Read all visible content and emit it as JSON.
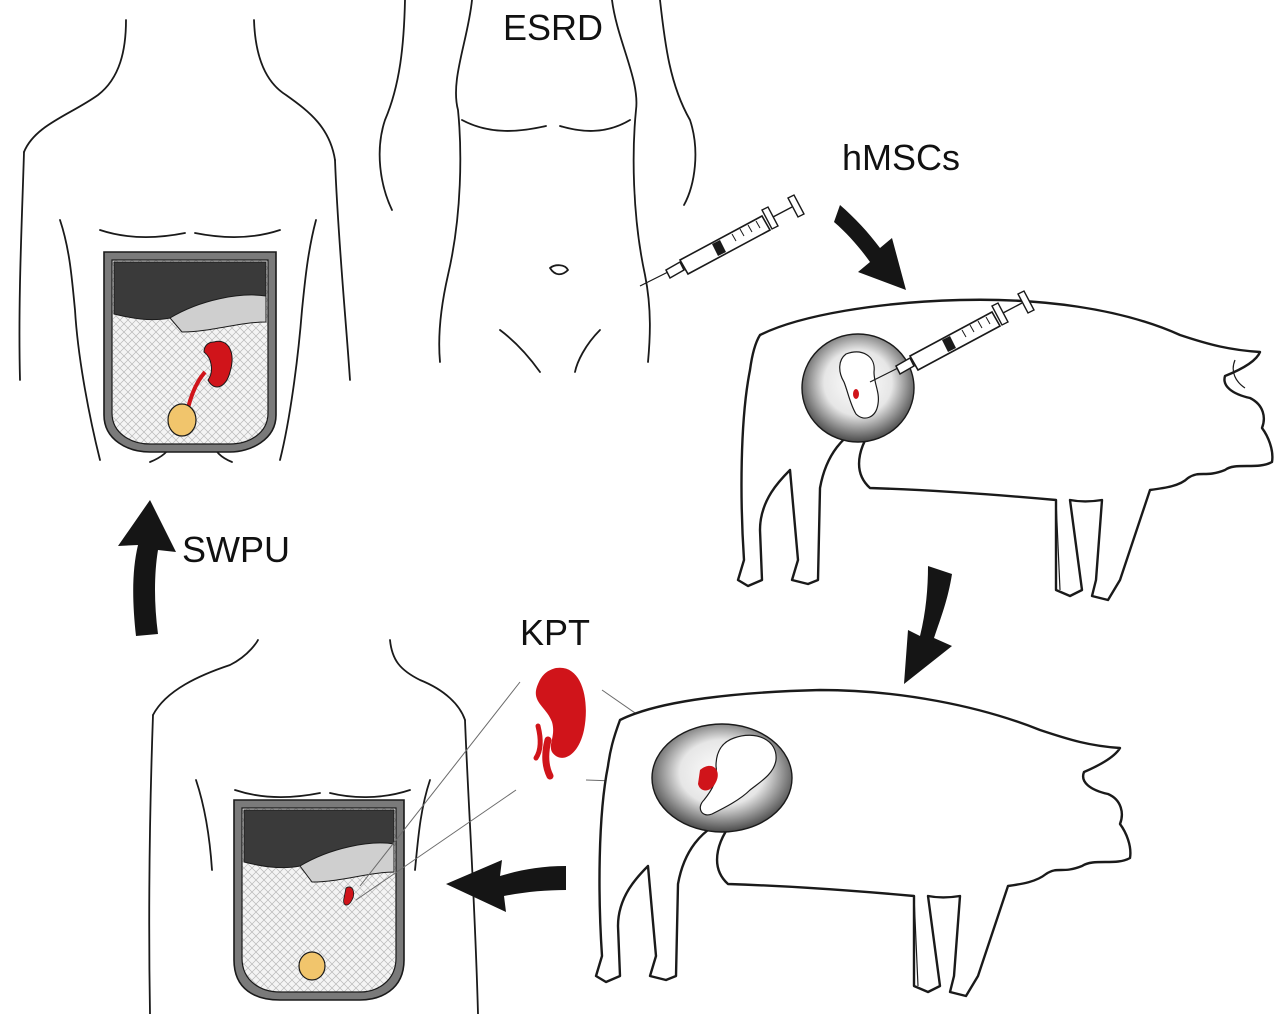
{
  "labels": {
    "esrd": "ESRD",
    "hmscs": "hMSCs",
    "swpu": "SWPU",
    "kpt": "KPT"
  },
  "colors": {
    "kidney": "#d0141a",
    "bladder": "#f1c56c",
    "arrow": "#151515",
    "liver": "#3a3a3a",
    "stomach": "#cfcfcf"
  }
}
